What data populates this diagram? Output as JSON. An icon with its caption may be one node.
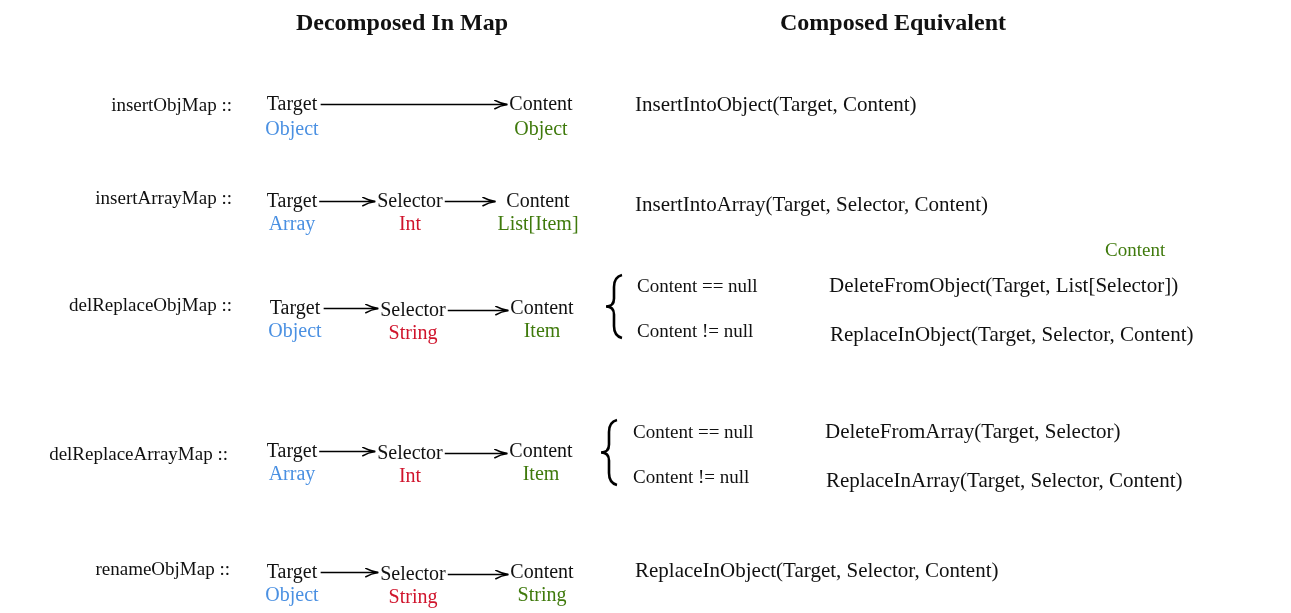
{
  "diagram": {
    "nodes": [
      {
        "text": [
          "Target",
          "Object"
        ]
      },
      {
        "text": [
          "Content",
          "Object"
        ]
      },
      {
        "text": [
          "Target",
          "Array"
        ]
      },
      {
        "text": [
          "Selector",
          "Int"
        ]
      },
      {
        "text": [
          "Content",
          "List[Item]"
        ]
      },
      {
        "text": [
          "Target",
          "Object"
        ]
      },
      {
        "text": [
          "Selector",
          "String"
        ]
      },
      {
        "text": [
          "Content",
          "Item"
        ]
      },
      {
        "text": [
          "Target",
          "Array"
        ]
      },
      {
        "text": [
          "Selector",
          "Int"
        ]
      },
      {
        "text": [
          "Content",
          "Item"
        ]
      },
      {
        "text": [
          "Target",
          "Object"
        ]
      },
      {
        "text": [
          "Selector",
          "String"
        ]
      },
      {
        "text": [
          "Content",
          "String"
        ]
      }
    ],
    "edges": [
      {
        "from": 0,
        "to": 1,
        "arrow": "to"
      },
      {
        "from": 2,
        "to": 3,
        "arrow": "to"
      },
      {
        "from": 3,
        "to": 4,
        "arrow": "to"
      },
      {
        "from": 5,
        "to": 6,
        "arrow": "to"
      },
      {
        "from": 6,
        "to": 7,
        "arrow": "to"
      },
      {
        "from": 8,
        "to": 9,
        "arrow": "to"
      },
      {
        "from": 9,
        "to": 10,
        "arrow": "to"
      },
      {
        "from": 11,
        "to": 12,
        "arrow": "to"
      },
      {
        "from": 12,
        "to": 13,
        "arrow": "to"
      }
    ],
    "labels": [
      "Decomposed In Map",
      "Composed Equivalent",
      "insertObjMap ::",
      "InsertIntoObject(Target, Content)",
      "insertArrayMap ::",
      "InsertIntoArray(Target, Selector, Content)",
      "Content",
      "delReplaceObjMap ::",
      "Content == null",
      "DeleteFromObject(Target, List[Selector])",
      "Content != null",
      "ReplaceInObject(Target, Selector, Content)",
      "delReplaceArrayMap ::",
      "Content == null",
      "DeleteFromArray(Target, Selector)",
      "Content != null",
      "ReplaceInArray(Target, Selector, Content)",
      "renameObjMap ::",
      "ReplaceInObject(Target, Selector, Content)"
    ]
  }
}
